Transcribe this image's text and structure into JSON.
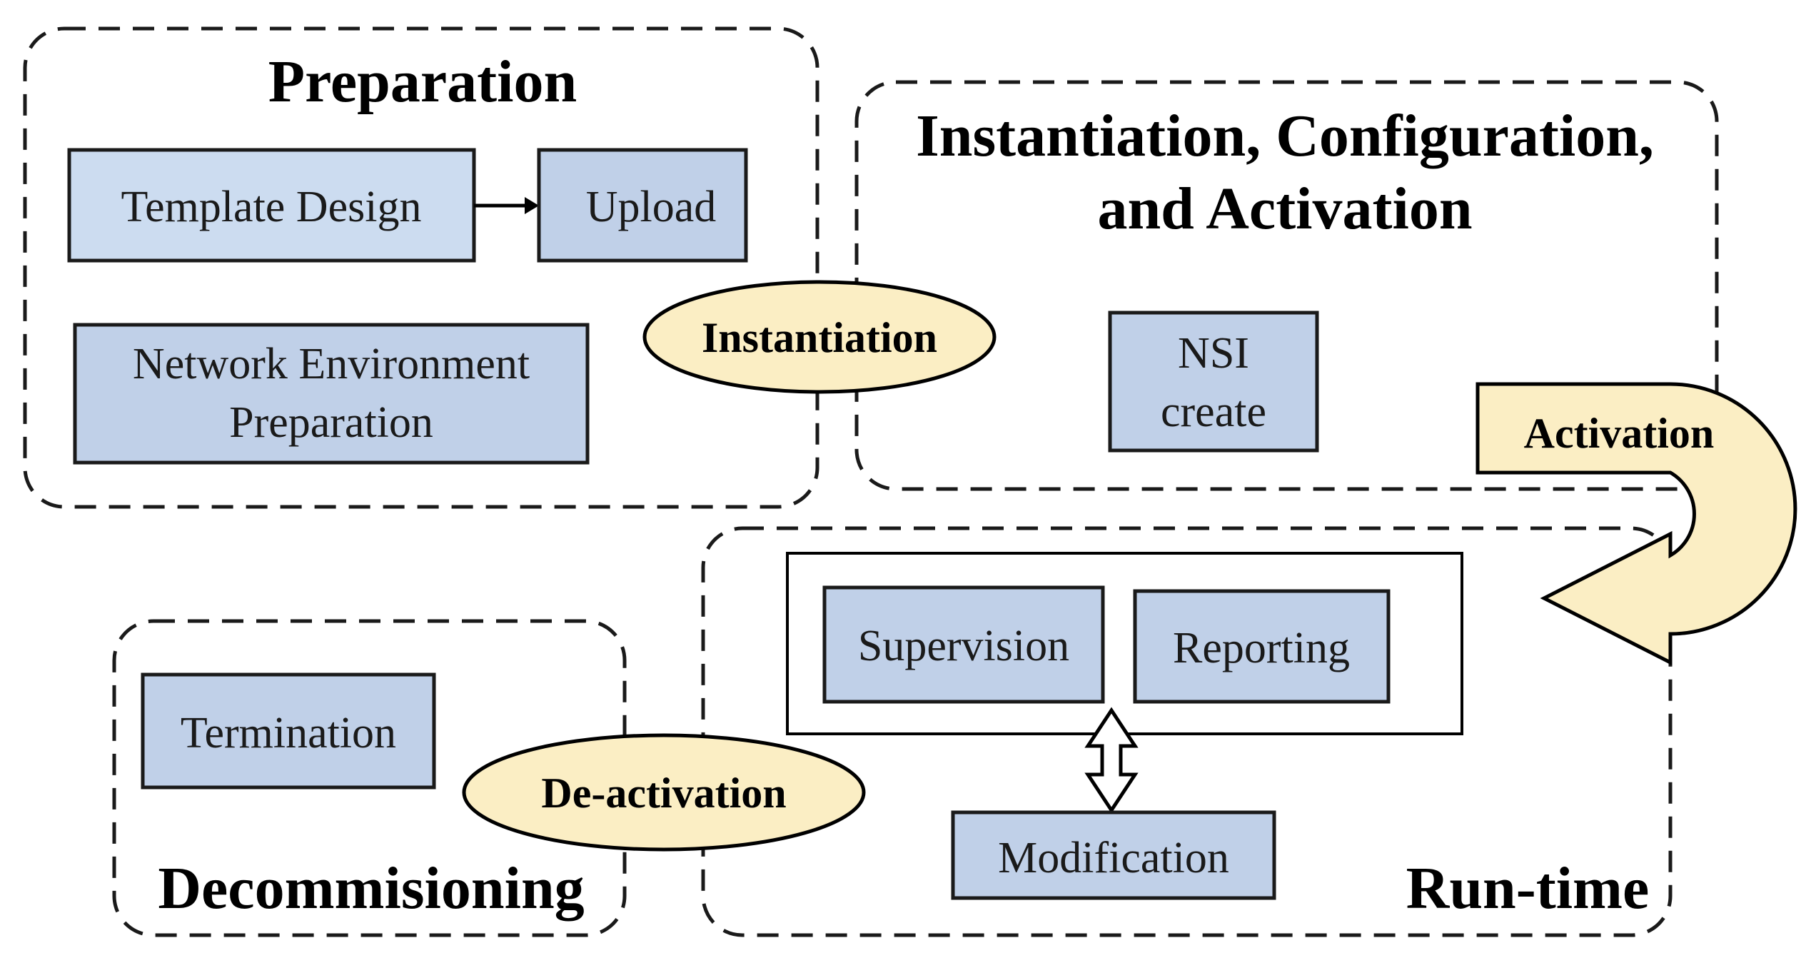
{
  "phases": {
    "preparation": {
      "title": "Preparation"
    },
    "instantiation": {
      "title_line1": "Instantiation, Configuration,",
      "title_line2": "and Activation"
    },
    "runtime": {
      "title": "Run-time"
    },
    "decommissioning": {
      "title": "Decommisioning"
    }
  },
  "boxes": {
    "template_design": "Template Design",
    "upload": "Upload",
    "network_env_line1": "Network Environment",
    "network_env_line2": "Preparation",
    "nsi_line1": "NSI",
    "nsi_line2": "create",
    "supervision": "Supervision",
    "reporting": "Reporting",
    "modification": "Modification",
    "termination": "Termination"
  },
  "transitions": {
    "instantiation": "Instantiation",
    "activation": "Activation",
    "deactivation": "De-activation"
  },
  "colors": {
    "box_fill": "#c0d0e8",
    "box_fill_light": "#ccdcf0",
    "transition_fill": "#fbeec4",
    "border": "#1a1a1a"
  }
}
